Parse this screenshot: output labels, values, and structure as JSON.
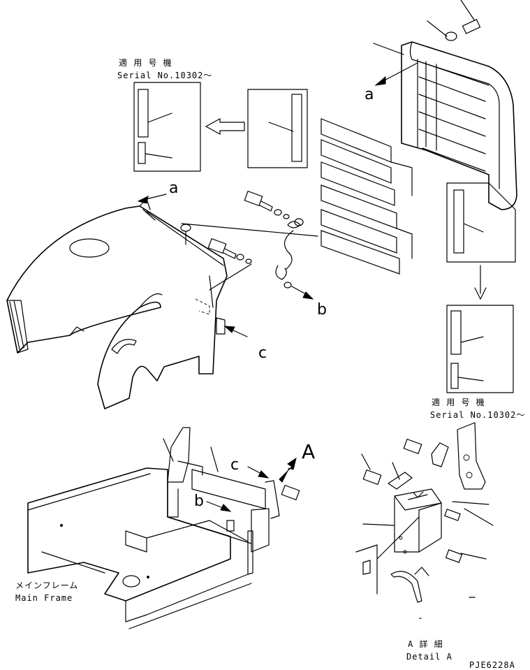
{
  "labels": {
    "serial_top_jp": "適 用 号 機",
    "serial_top_en": "Serial No.10302〜",
    "serial_right_jp": "適 用 号 機",
    "serial_right_en": "Serial No.10302〜",
    "ref_a_top": "a",
    "ref_a_left": "a",
    "ref_b_right": "b",
    "ref_c_right": "c",
    "ref_c_bottom": "c",
    "ref_b_bottom": "b",
    "detail_letter": "A",
    "main_frame_jp": "メインフレーム",
    "main_frame_en": "Main Frame",
    "detail_jp": "A 詳 細",
    "detail_en": "Detail A",
    "drawing_code": "PJE6228A"
  }
}
